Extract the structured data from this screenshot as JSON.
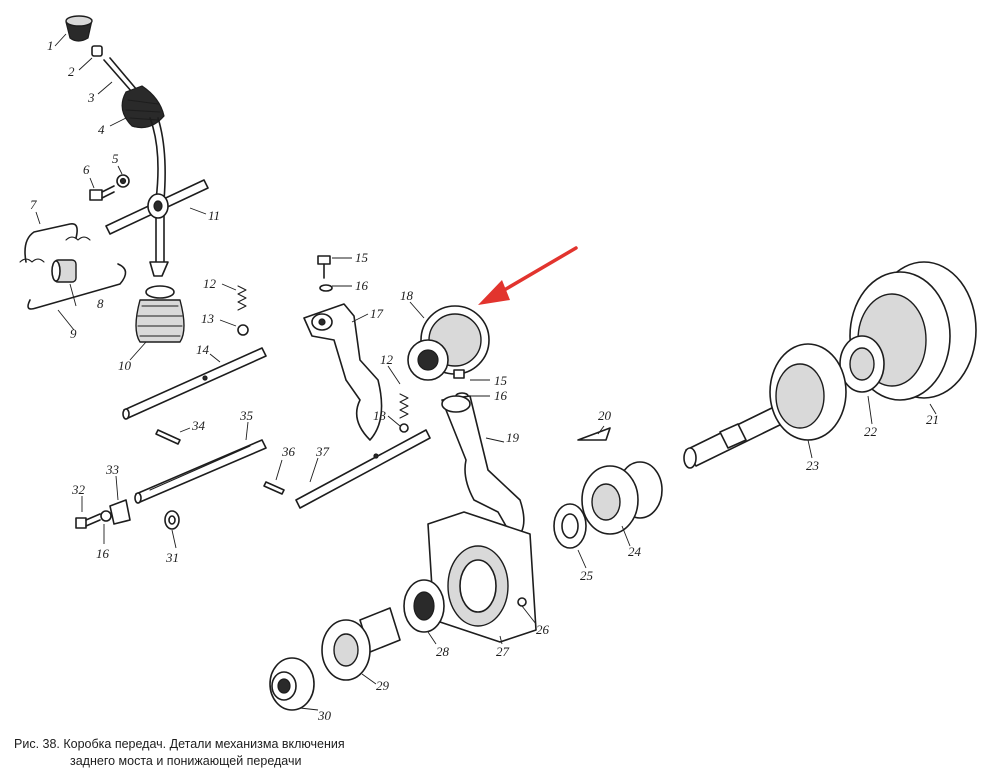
{
  "caption": {
    "line1": "Рис. 38. Коробка передач. Детали механизма включения",
    "line2": "заднего моста и  понижающей передачи"
  },
  "callouts": [
    {
      "id": "c1",
      "text": "1"
    },
    {
      "id": "c2",
      "text": "2"
    },
    {
      "id": "c3",
      "text": "3"
    },
    {
      "id": "c4",
      "text": "4"
    },
    {
      "id": "c5",
      "text": "5"
    },
    {
      "id": "c6",
      "text": "6"
    },
    {
      "id": "c7",
      "text": "7"
    },
    {
      "id": "c8",
      "text": "8"
    },
    {
      "id": "c9",
      "text": "9"
    },
    {
      "id": "c10",
      "text": "10"
    },
    {
      "id": "c11",
      "text": "11"
    },
    {
      "id": "c12a",
      "text": "12"
    },
    {
      "id": "c13a",
      "text": "13"
    },
    {
      "id": "c14",
      "text": "14"
    },
    {
      "id": "c15a",
      "text": "15"
    },
    {
      "id": "c16a",
      "text": "16"
    },
    {
      "id": "c17",
      "text": "17"
    },
    {
      "id": "c18",
      "text": "18"
    },
    {
      "id": "c12b",
      "text": "12"
    },
    {
      "id": "c13b",
      "text": "13"
    },
    {
      "id": "c15b",
      "text": "15"
    },
    {
      "id": "c16b",
      "text": "16"
    },
    {
      "id": "c19",
      "text": "19"
    },
    {
      "id": "c20",
      "text": "20"
    },
    {
      "id": "c21",
      "text": "21"
    },
    {
      "id": "c22",
      "text": "22"
    },
    {
      "id": "c23",
      "text": "23"
    },
    {
      "id": "c24",
      "text": "24"
    },
    {
      "id": "c25",
      "text": "25"
    },
    {
      "id": "c26",
      "text": "26"
    },
    {
      "id": "c27",
      "text": "27"
    },
    {
      "id": "c28",
      "text": "28"
    },
    {
      "id": "c29",
      "text": "29"
    },
    {
      "id": "c30",
      "text": "30"
    },
    {
      "id": "c31",
      "text": "31"
    },
    {
      "id": "c32",
      "text": "32"
    },
    {
      "id": "c33",
      "text": "33"
    },
    {
      "id": "c34",
      "text": "34"
    },
    {
      "id": "c35",
      "text": "35"
    },
    {
      "id": "c36",
      "text": "36"
    },
    {
      "id": "c37",
      "text": "37"
    },
    {
      "id": "c16c",
      "text": "16"
    }
  ],
  "colors": {
    "ink": "#1d1d1d",
    "arrow": "#e2342e",
    "paper": "#ffffff"
  }
}
